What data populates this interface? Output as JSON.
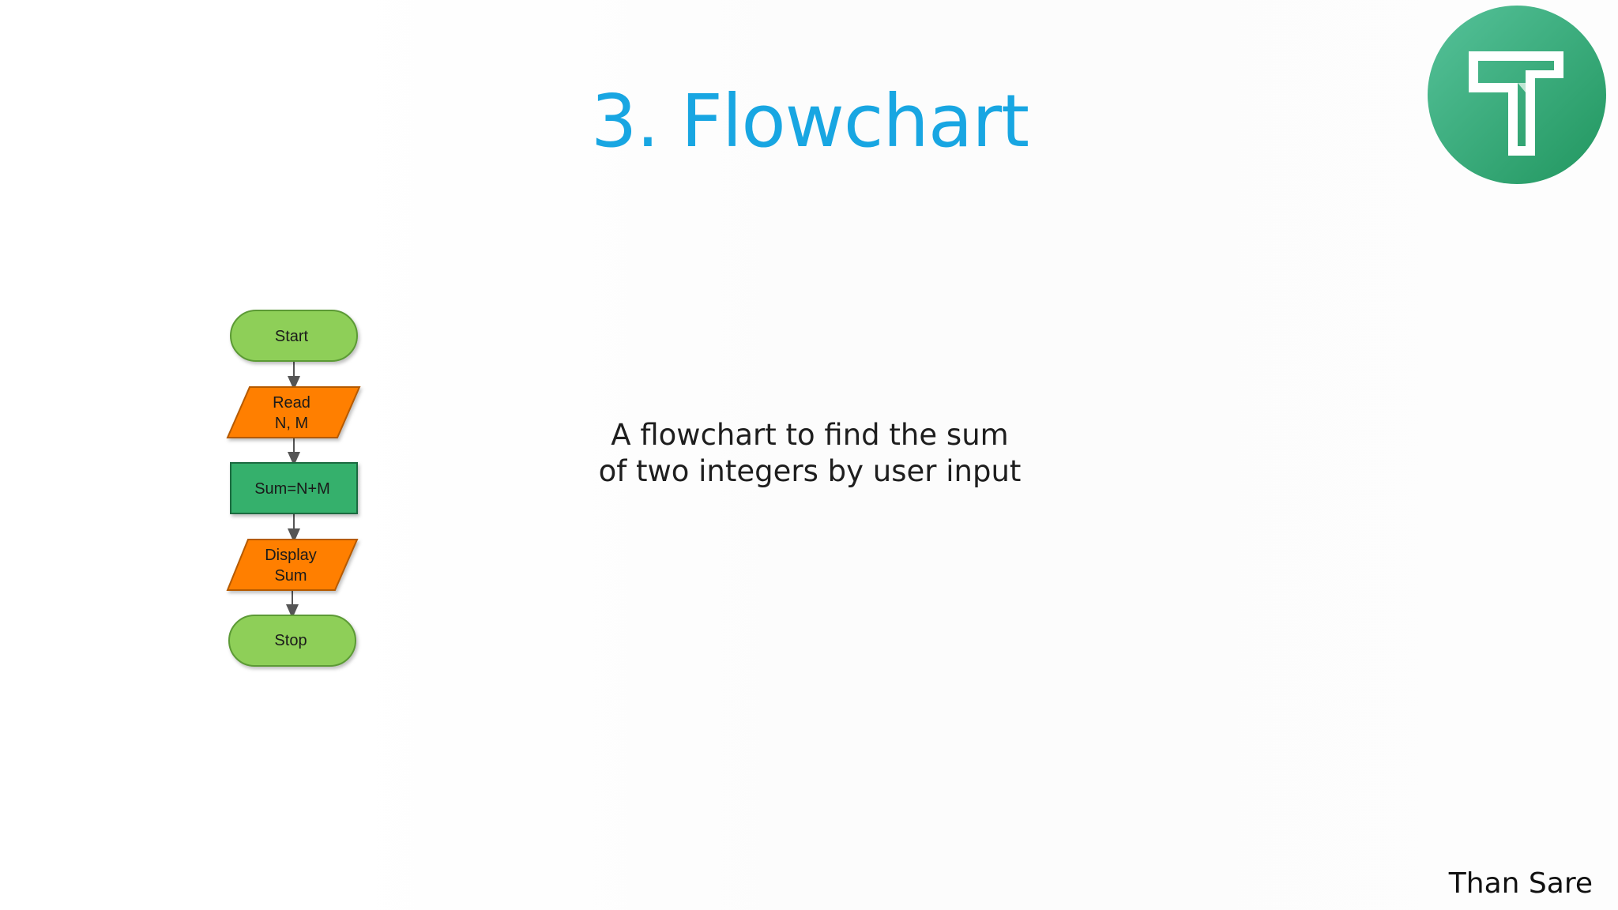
{
  "slide": {
    "title": "3. Flowchart",
    "caption_line1": "A flowchart to find the sum",
    "caption_line2": "of two integers by user input",
    "author": "Than Sare"
  },
  "flowchart": {
    "nodes": [
      {
        "id": "start",
        "shape": "terminator",
        "lines": [
          "Start"
        ],
        "color": "#8ecf59"
      },
      {
        "id": "read",
        "shape": "parallelogram",
        "lines": [
          "Read",
          "N, M"
        ],
        "color": "#ff7f00"
      },
      {
        "id": "process",
        "shape": "rectangle",
        "lines": [
          "Sum=N+M"
        ],
        "color": "#35b06c"
      },
      {
        "id": "display",
        "shape": "parallelogram",
        "lines": [
          "Display",
          "Sum"
        ],
        "color": "#ff7f00"
      },
      {
        "id": "stop",
        "shape": "terminator",
        "lines": [
          "Stop"
        ],
        "color": "#8ecf59"
      }
    ],
    "edges": [
      [
        "start",
        "read"
      ],
      [
        "read",
        "process"
      ],
      [
        "process",
        "display"
      ],
      [
        "display",
        "stop"
      ]
    ]
  },
  "colors": {
    "title": "#18a6e2",
    "logo_circle": "#3fb083",
    "logo_mark": "#ffffff"
  },
  "logo": {
    "icon": "t-logo-icon"
  }
}
